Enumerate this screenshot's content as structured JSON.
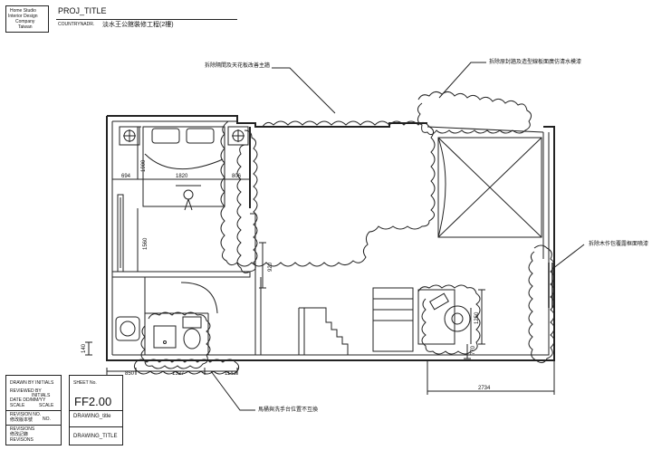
{
  "title_block": {
    "company_lines": [
      "Home Studio",
      "Interior Design",
      "Company",
      "Taiwan"
    ],
    "proj_title": "PROJ_TITLE",
    "country_label": "COUNTRYNADR.",
    "project_name": "淡水王公館裝修工程(2樓)"
  },
  "annotations": {
    "top_left": "拆除隔間及天花板改善主牆",
    "top_right": "拆除原封牆及造型線板面廣仿清水模漆",
    "right_mid": "拆除木作包覆露框面噴漆",
    "bottom": "馬桶與洗手台位置不互換"
  },
  "dimensions": {
    "d694": "694",
    "d1820": "1820",
    "d806": "806",
    "d1900": "1900",
    "d1560": "1560",
    "d920": "920",
    "d1250": "1250",
    "d770": "770",
    "d140": "140",
    "d850": "850",
    "d1327": "1327",
    "d1143": "1143",
    "d2734": "2734"
  },
  "drawn_block": {
    "drawn_by": "DRAWN BY  INITIALS",
    "reviewed_by": "REVIEWED BY",
    "initials": "INITIALS",
    "date": "DATE  DD/MM/YY",
    "scale_a": "SCALE",
    "scale_b": "SCALE",
    "revision_no": "REVISION NO.",
    "revision_label": "修改版本號",
    "no": "NO.",
    "revisions": "REVISIONS",
    "revisions_cn": "修改記錄",
    "revisions_b": "REVISONS"
  },
  "sheet_block": {
    "sheet_no_label": "SHEET No.",
    "sheet_no": "FF2.00",
    "drawing_title_label": "DRAWING_title",
    "drawing_title": "DRAWING_TITLE"
  }
}
